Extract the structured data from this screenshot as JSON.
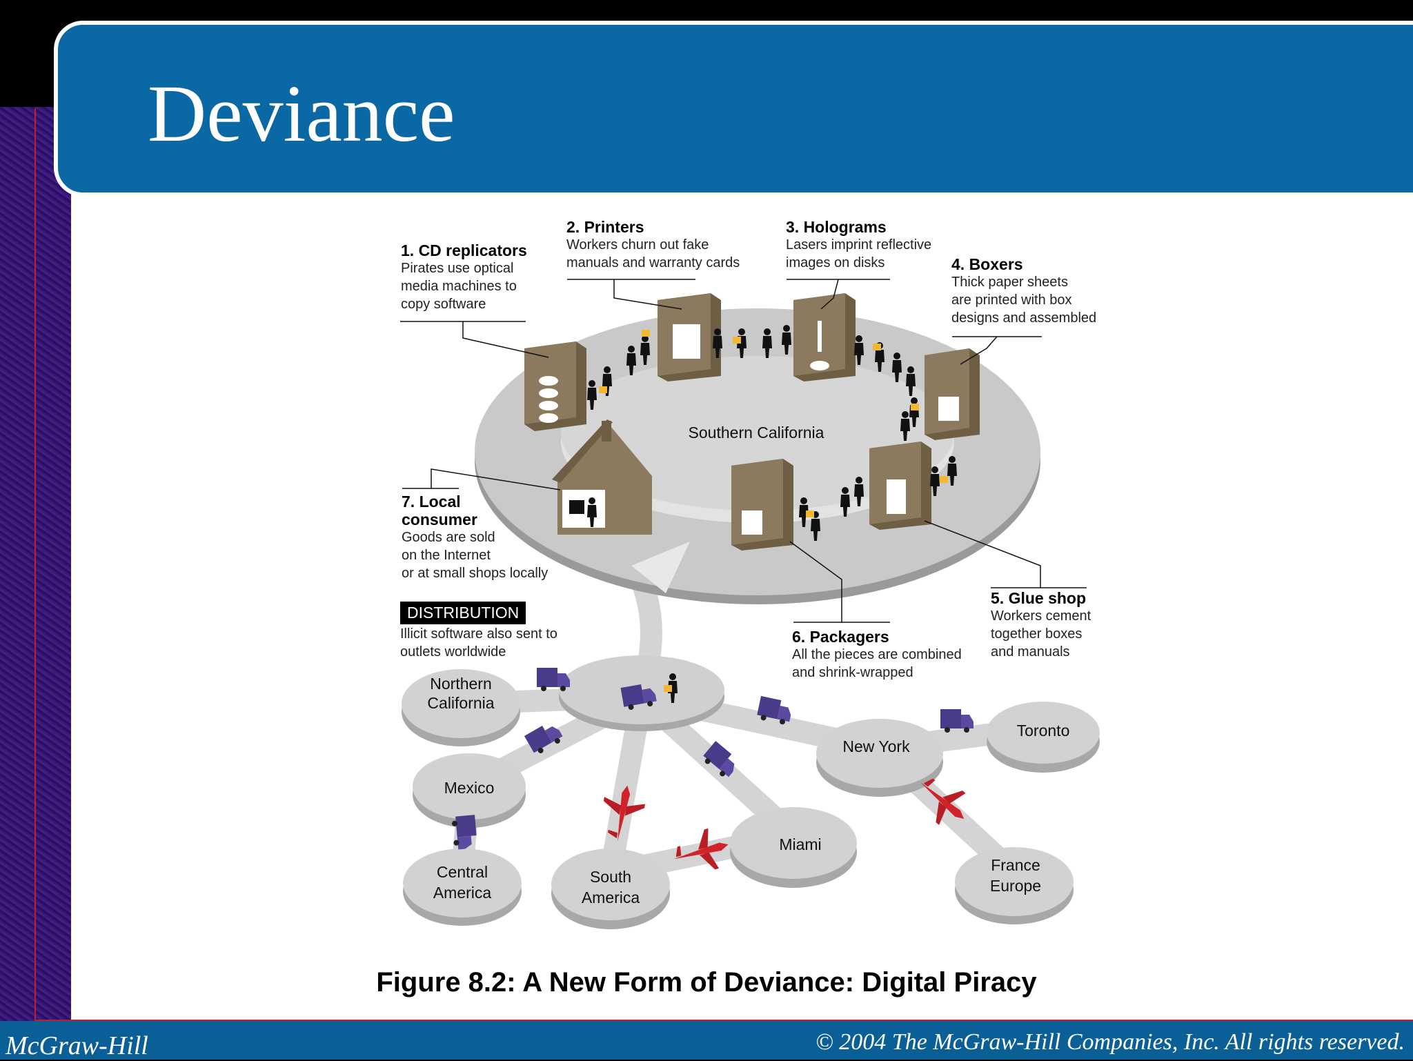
{
  "slide": {
    "title": "Deviance",
    "footer_left": "McGraw-Hill",
    "footer_right": "© 2004 The McGraw-Hill Companies, Inc. All rights reserved."
  },
  "figure": {
    "caption": "Figure 8.2: A New Form of Deviance: Digital Piracy",
    "center_label": "Southern California",
    "steps": [
      {
        "title": "1. CD replicators",
        "text": [
          "Pirates use optical",
          "media machines to",
          "copy software"
        ]
      },
      {
        "title": "2. Printers",
        "text": [
          "Workers churn out fake",
          "manuals and warranty cards"
        ]
      },
      {
        "title": "3. Holograms",
        "text": [
          "Lasers imprint reflective",
          "images on disks"
        ]
      },
      {
        "title": "4. Boxers",
        "text": [
          "Thick paper sheets",
          "are printed with box",
          "designs and assembled"
        ]
      },
      {
        "title": "5. Glue shop",
        "text": [
          "Workers cement",
          "together boxes",
          "and manuals"
        ]
      },
      {
        "title": "6. Packagers",
        "text": [
          "All the pieces are combined",
          "and shrink-wrapped"
        ]
      },
      {
        "title": "7. Local consumer",
        "title_lines": [
          "7. Local",
          "consumer"
        ],
        "text": [
          "Goods are sold",
          "on the Internet",
          "or at small shops locally"
        ]
      }
    ],
    "distribution": {
      "label": "DISTRIBUTION",
      "text": [
        "Illicit software also sent to",
        "outlets worldwide"
      ]
    },
    "cities": [
      {
        "lines": [
          "Northern",
          "California"
        ]
      },
      {
        "lines": [
          "Mexico"
        ]
      },
      {
        "lines": [
          "Central",
          "America"
        ]
      },
      {
        "lines": [
          "South",
          "America"
        ]
      },
      {
        "lines": [
          "Miami"
        ]
      },
      {
        "lines": [
          "New York"
        ]
      },
      {
        "lines": [
          "Toronto"
        ]
      },
      {
        "lines": [
          "France",
          "Europe"
        ]
      }
    ],
    "colors": {
      "truck": "#4a3a8a",
      "plane": "#d2232a",
      "building": "#8c7a5e",
      "platform": "#c8c8c8"
    }
  }
}
